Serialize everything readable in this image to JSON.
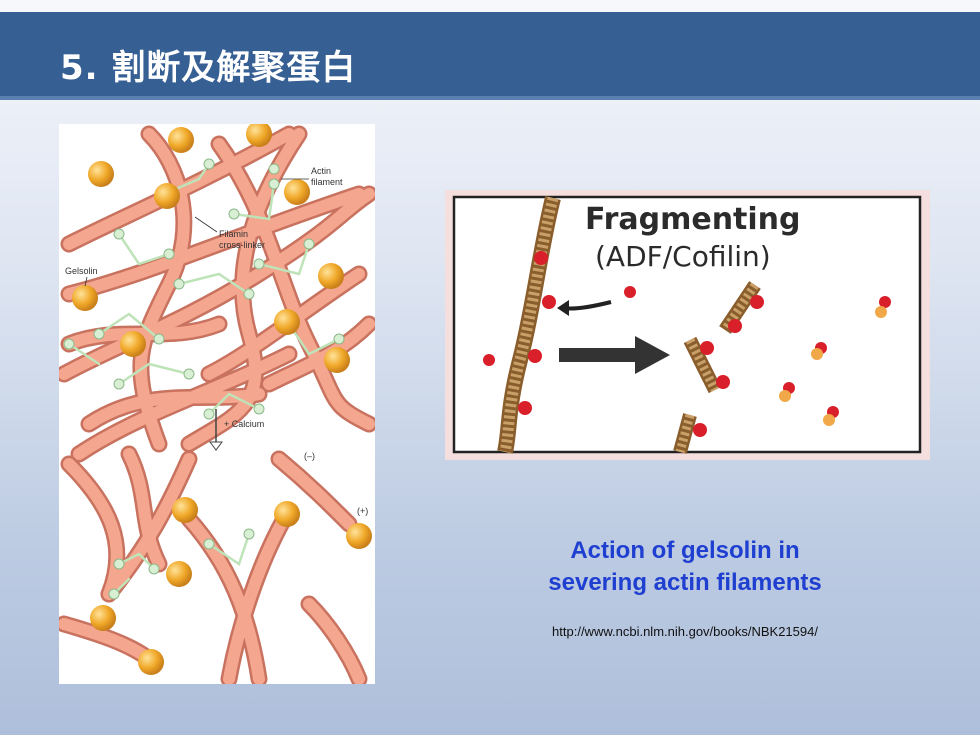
{
  "slide": {
    "title": "5. 割断及解聚蛋白"
  },
  "left_figure": {
    "label_actin": "Actin",
    "label_filament": "filament",
    "label_filamin": "Filamin",
    "label_crosslinker": "cross-linker",
    "label_gelsolin": "Gelsolin",
    "label_calcium": "+ Calcium",
    "label_minus": "(–)",
    "label_plus": "(+)"
  },
  "right_figure": {
    "title": "Fragmenting",
    "subtitle": "(ADF/Cofilin)"
  },
  "caption": {
    "line1": "Action of gelsolin in",
    "line2": "severing actin filaments"
  },
  "source_url": "http://www.ncbi.nlm.nih.gov/books/NBK21594/",
  "colors": {
    "title_bar": "#365f93",
    "caption": "#1f3fd1",
    "filament": "#e8907a",
    "gelsolin": "#f0a828",
    "cofilin": "#d81f2a"
  }
}
